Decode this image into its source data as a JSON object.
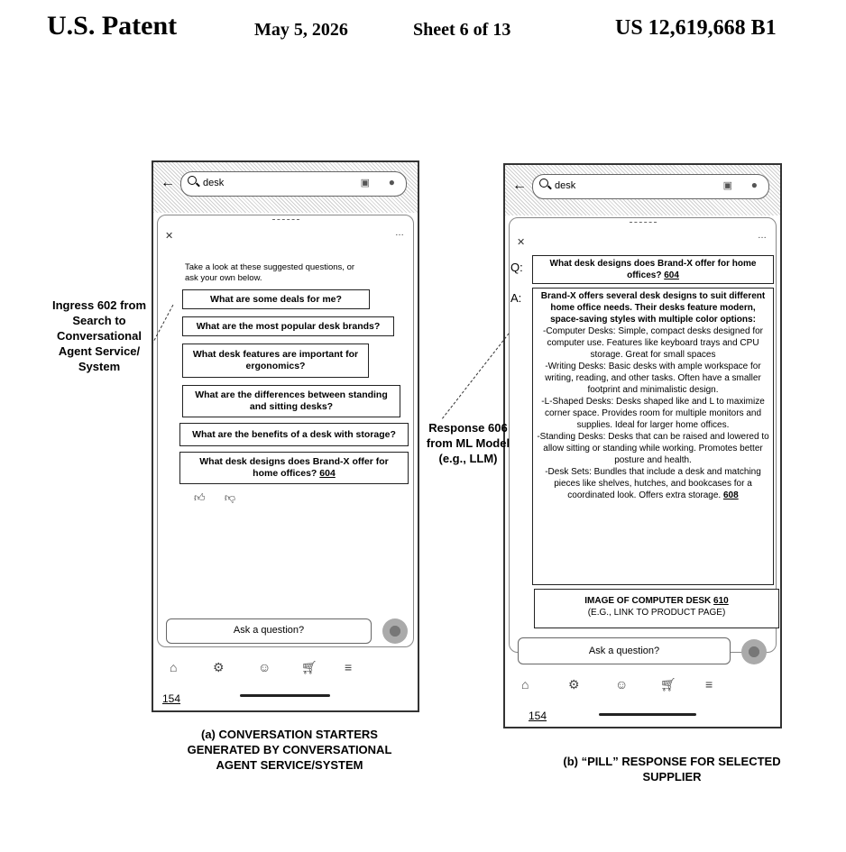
{
  "header": {
    "title": "U.S. Patent",
    "date": "May 5, 2026",
    "sheet": "Sheet 6 of 13",
    "patent_number": "US 12,619,668 B1"
  },
  "phone_a": {
    "search_query": "desk",
    "intro": "Take a look at these suggested questions, or ask your own below.",
    "pills": [
      {
        "text": "What are some deals for me?",
        "ref": ""
      },
      {
        "text": "What are the most popular desk brands?",
        "ref": ""
      },
      {
        "text": "What desk features are important for ergonomics?",
        "ref": ""
      },
      {
        "text": "What are the differences between standing and sitting desks?",
        "ref": ""
      },
      {
        "text": "What are the benefits of a desk with storage?",
        "ref": ""
      },
      {
        "text": "What desk designs does Brand-X offer for home offices?",
        "ref": "604"
      }
    ],
    "ask_placeholder": "Ask a question?",
    "ref": "154"
  },
  "phone_b": {
    "search_query": "desk",
    "q_label": "Q:",
    "a_label": "A:",
    "question": "What desk designs does Brand-X offer for home offices?",
    "question_ref": "604",
    "answer_intro": "Brand-X offers several desk designs to suit different home office needs.  Their desks feature modern, space-saving styles with multiple color options:",
    "answer_items": [
      "-Computer Desks: Simple, compact desks designed for computer use.  Features like keyboard trays and CPU storage.  Great for small spaces",
      "-Writing Desks: Basic desks with ample workspace for writing, reading, and other tasks.  Often have a smaller footprint and minimalistic design.",
      "-L-Shaped Desks: Desks shaped like and L to maximize corner space.  Provides room for multiple monitors and supplies.  Ideal for larger home offices.",
      "-Standing Desks: Desks that can be raised and lowered to allow sitting or standing while working.  Promotes better posture and health.",
      "-Desk Sets: Bundles that include a desk and matching pieces like shelves, hutches, and bookcases for a coordinated look.  Offers extra storage."
    ],
    "answer_ref": "608",
    "image_label": "IMAGE OF COMPUTER DESK",
    "image_ref": "610",
    "image_sub": "(E.G., LINK TO PRODUCT PAGE)",
    "ask_placeholder": "Ask a question?",
    "ref": "154"
  },
  "callouts": {
    "ingress": "Ingress 602 from Search to Conversational Agent Service/ System",
    "response": "Response 606 from ML Model (e.g., LLM)"
  },
  "captions": {
    "a": "(a) CONVERSATION STARTERS GENERATED BY CONVERSATIONAL AGENT SERVICE/SYSTEM",
    "b": "(b) “PILL” RESPONSE FOR SELECTED SUPPLIER"
  },
  "icons": [
    "back-arrow-icon",
    "search-icon",
    "camera-icon",
    "mic-icon",
    "close-icon",
    "more-icon",
    "thumbs-up-icon",
    "thumbs-down-icon",
    "send-icon",
    "home-icon",
    "orders-icon",
    "account-icon",
    "cart-icon",
    "menu-icon"
  ]
}
